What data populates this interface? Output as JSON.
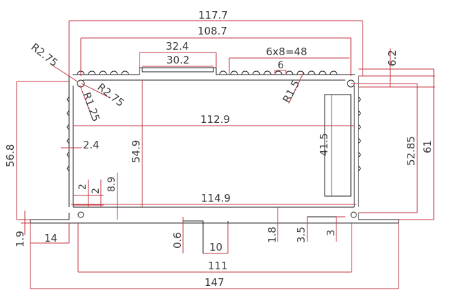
{
  "drawing": {
    "overall_width": "117.7",
    "inner_span": "108.7",
    "top_slot_outer": "32.4",
    "top_slot_inner": "30.2",
    "groove_pattern": "6x8=48",
    "groove_pitch": "6",
    "top_lip": "6.2",
    "radius_outer_left": "R2.75",
    "radius_inner_left": "R2.75",
    "radius_small_left": "R1.25",
    "radius_right": "R1.5",
    "inner_width": "112.9",
    "left_height": "56.8",
    "wall": "2.4",
    "inner_height": "54.9",
    "window_height": "41.5",
    "right_inner_height": "52.85",
    "right_height": "61",
    "step_a": "2",
    "step_b": "2",
    "step_c": "8.9",
    "bottom_inner_width": "114.9",
    "flange_thickness": "1.9",
    "flange_width": "14",
    "rib_gap": "0.6",
    "rib_width": "10",
    "rib_height": "1.8",
    "foot_a": "3.5",
    "foot_b": "3",
    "base_inner": "111",
    "base_overall": "147"
  },
  "colors": {
    "dimension_line": "#c2333d",
    "outline": "#1e1e1e",
    "text": "#3a3a3a"
  }
}
